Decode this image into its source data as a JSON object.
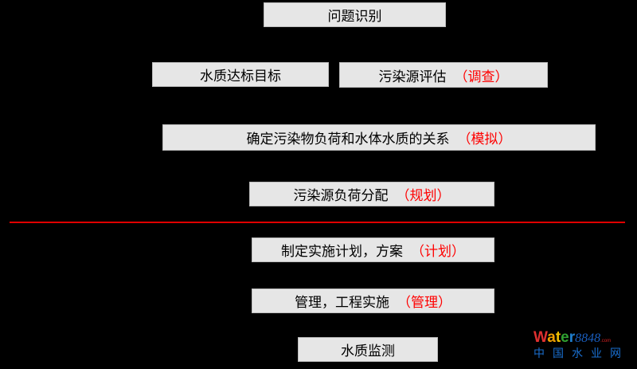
{
  "steps": [
    {
      "text": "问题识别",
      "note": ""
    },
    {
      "text": "水质达标目标",
      "note": ""
    },
    {
      "text": "污染源评估",
      "note": "（调查）"
    },
    {
      "text": "确定污染物负荷和水体水质的关系",
      "note": "（模拟）"
    },
    {
      "text": "污染源负荷分配",
      "note": "（规划）"
    },
    {
      "text": "制定实施计划，方案",
      "note": "（计划）"
    },
    {
      "text": "管理，工程实施",
      "note": "（管理）"
    },
    {
      "text": "水质监测",
      "note": ""
    }
  ],
  "watermark": {
    "brand": "Water",
    "number": "8848",
    "suffix": ".com",
    "cn": "中国水业网"
  },
  "colors": {
    "note": "#ff0000",
    "divider": "#e00000",
    "box": "#e6e6e6"
  }
}
